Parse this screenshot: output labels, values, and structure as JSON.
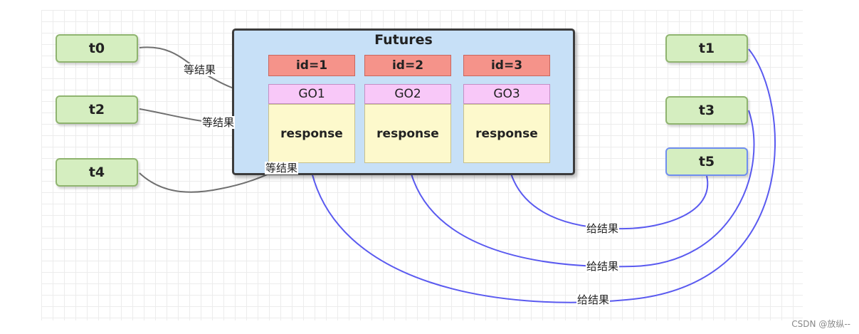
{
  "container": {
    "title": "Futures"
  },
  "ids": [
    "id=1",
    "id=2",
    "id=3"
  ],
  "gos": [
    "GO1",
    "GO2",
    "GO3"
  ],
  "responses": [
    "response",
    "response",
    "response"
  ],
  "threads_left": [
    "t0",
    "t2",
    "t4"
  ],
  "threads_right": [
    "t1",
    "t3",
    "t5"
  ],
  "labels": {
    "wait": "等结果",
    "give": "给结果"
  },
  "colors": {
    "wait_line": "#707070",
    "give_line": "#5a5af0"
  },
  "credit": "CSDN @放纵--"
}
